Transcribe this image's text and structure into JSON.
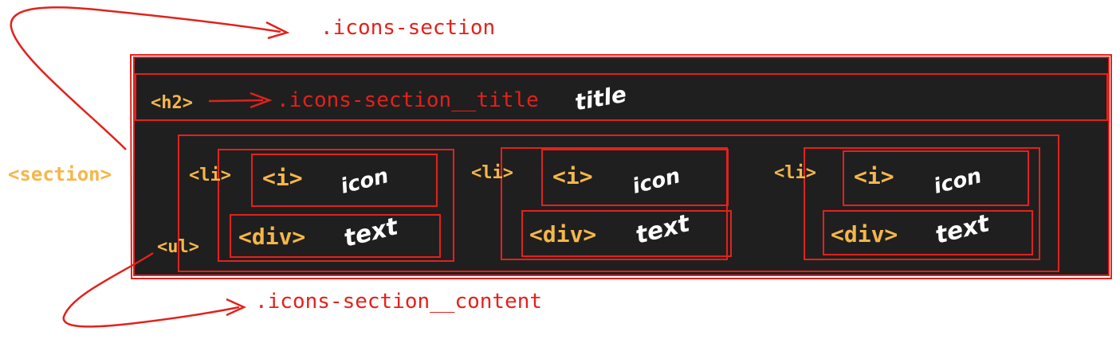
{
  "section_class": ".icons-section",
  "content_class": ".icons-section__content",
  "section_tag": "<section>",
  "h2": {
    "tag": "<h2>",
    "class": ".icons-section__title",
    "note": "title"
  },
  "ul_tag": "<ul>",
  "items": [
    {
      "li": "<li>",
      "i_tag": "<i>",
      "i_note": "icon",
      "div_tag": "<div>",
      "div_note": "text"
    },
    {
      "li": "<li>",
      "i_tag": "<i>",
      "i_note": "icon",
      "div_tag": "<div>",
      "div_note": "text"
    },
    {
      "li": "<li>",
      "i_tag": "<i>",
      "i_note": "icon",
      "div_tag": "<div>",
      "div_note": "text"
    }
  ],
  "colors": {
    "annotation_red": "#e3211c",
    "tag_orange": "#f6b64a",
    "panel_bg": "#1f1f1f",
    "note_white": "#ffffff"
  }
}
